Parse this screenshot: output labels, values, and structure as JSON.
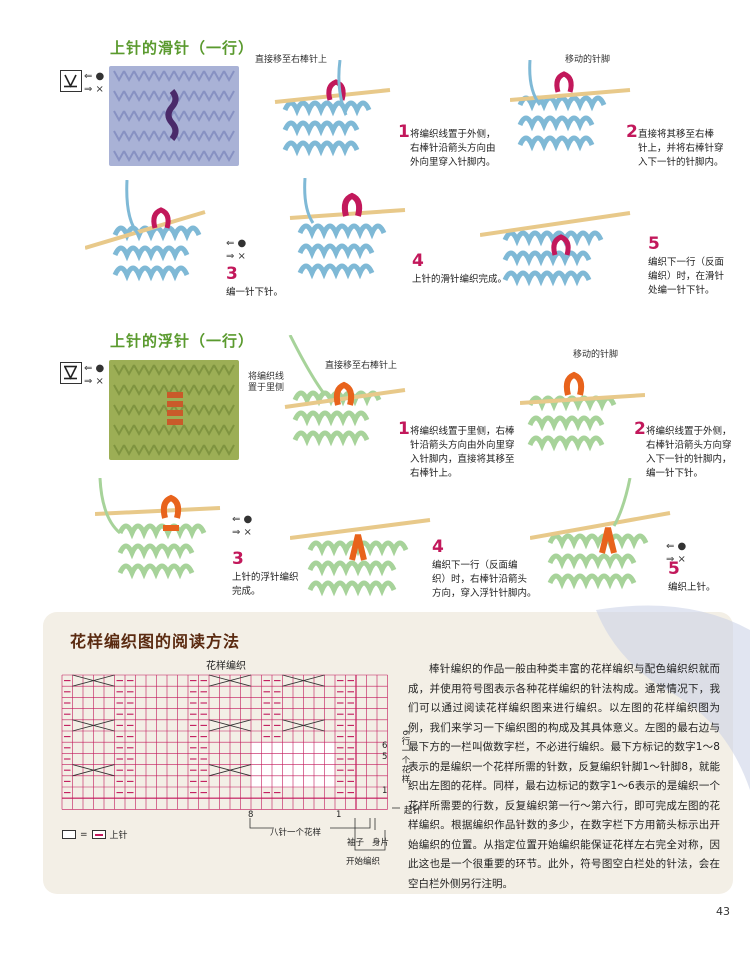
{
  "sections": [
    {
      "title": "上针的滑针（一行）",
      "arrow_legend": [
        "⇐ ●",
        "⇒ ×"
      ],
      "callouts": [
        "直接移至右棒针上",
        "移动的针脚"
      ],
      "steps": [
        {
          "num": "1",
          "text": "将编织线置于外侧，\n右棒针沿箭头方向由\n外向里穿入针脚内。"
        },
        {
          "num": "2",
          "text": "直接将其移至右棒\n针上，并将右棒针穿\n入下一针的针脚内。"
        },
        {
          "num": "3",
          "text": "编一针下针。"
        },
        {
          "num": "4",
          "text": "上针的滑针编织完成。"
        },
        {
          "num": "5",
          "text": "编织下一行（反面\n编织）时，在滑针\n处编一针下针。"
        }
      ]
    },
    {
      "title": "上针的浮针（一行）",
      "arrow_legend": [
        "⇐ ●",
        "⇒ ×"
      ],
      "callouts": [
        "将编织线\n置于里侧",
        "直接移至右棒针上",
        "移动的针脚"
      ],
      "steps": [
        {
          "num": "1",
          "text": "将编织线置于里侧，右棒\n针沿箭头方向由外向里穿\n入针脚内，直接将其移至\n右棒针上。"
        },
        {
          "num": "2",
          "text": "将编织线置于外侧，\n右棒针沿箭头方向穿\n入下一针的针脚内，\n编一针下针。"
        },
        {
          "num": "3",
          "text": "上针的浮针编织\n完成。"
        },
        {
          "num": "4",
          "text": "编织下一行（反面编\n织）时，右棒针沿箭头\n方向，穿入浮针针脚内。"
        },
        {
          "num": "5",
          "text": "编织上针。"
        }
      ]
    }
  ],
  "reading": {
    "title": "花样编织图的阅读方法",
    "chart_title": "花样编织",
    "paragraph": "棒针编织的作品一般由种类丰富的花样编织与配色编织织就而成，并使用符号图表示各种花样编织的针法构成。通常情况下，我们可以通过阅读花样编织图来进行编织。以左图的花样编织图为例，我们来学习一下编织图的构成及其具体意义。左图的最右边与最下方的一栏叫做数字栏，不必进行编织。最下方标记的数字1～8表示的是编织一个花样所需的针数，反复编织针脚1～针脚8，就能织出左图的花样。同样，最右边标记的数字1～6表示的是编织一个花样所需要的行数，反复编织第一行～第六行，即可完成左图的花样编织。根据编织作品针数的多少，在数字栏下方用箭头标示出开始编织的位置。从指定位置开始编织能保证花样左右完全对称，因此这也是一个很重要的环节。此外，符号图空白栏处的针法，会在空白栏外侧另行注明。",
    "row_numbers": [
      "6",
      "5",
      "1"
    ],
    "col_numbers": [
      "8",
      "1"
    ],
    "right_label": "6行一个花样",
    "bottom_label": "八针一个花样",
    "start_label": "起针",
    "sleeve_label": "袖子",
    "body_label": "身片",
    "start_knit_label": "开始编织",
    "legend_text": "上针",
    "legend_eq": "="
  },
  "page_number": "43"
}
